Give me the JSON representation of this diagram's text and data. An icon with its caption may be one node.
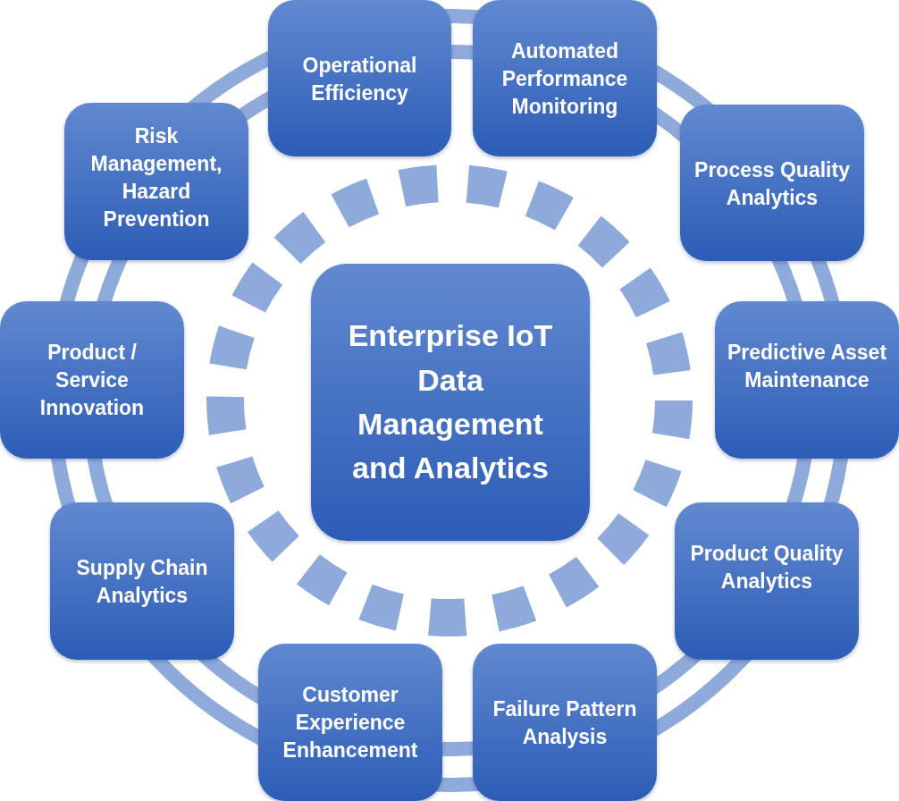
{
  "diagram": {
    "nodes": [
      {
        "text": [
          "Enterprise IoT Data Management and Analytics"
        ]
      },
      {
        "text": [
          "Operational Efficiency"
        ]
      },
      {
        "text": [
          "Automated Performance Monitoring"
        ]
      },
      {
        "text": [
          "Process Quality Analytics"
        ]
      },
      {
        "text": [
          "Predictive Asset Maintenance"
        ]
      },
      {
        "text": [
          "Product Quality Analytics"
        ]
      },
      {
        "text": [
          "Failure Pattern Analysis"
        ]
      },
      {
        "text": [
          "Customer Experience Enhancement"
        ]
      },
      {
        "text": [
          "Supply Chain Analytics"
        ]
      },
      {
        "text": [
          "Product / Service Innovation"
        ]
      },
      {
        "text": [
          "Risk Management, Hazard Prevention"
        ]
      }
    ]
  }
}
